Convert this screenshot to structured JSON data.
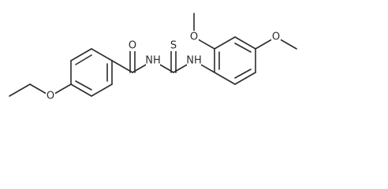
{
  "diagram": {
    "type": "chemical-structure",
    "atom_labels": {
      "carbonyl_oxygen": "O",
      "thiocarbonyl_sulfur": "S",
      "amide_nitrogen": "NH",
      "thioamide_nitrogen": "NH",
      "ether_oxygen_ethoxy": "O",
      "ether_oxygen_methoxy_ortho": "O",
      "ether_oxygen_methoxy_para": "O"
    },
    "colors": {
      "bond": "#2b2b2b",
      "label": "#2b2b2b",
      "background": "#ffffff"
    }
  }
}
